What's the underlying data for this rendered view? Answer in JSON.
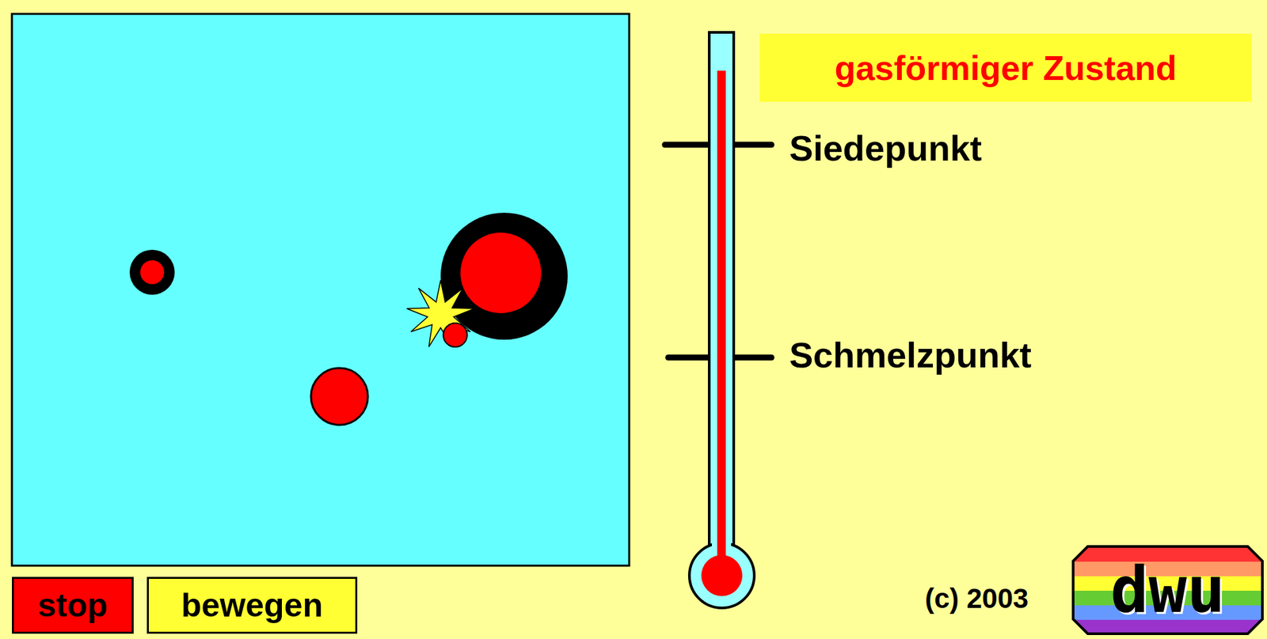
{
  "diagram": {
    "nodes": [
      {
        "text": [
          "gasförmiger Zustand"
        ]
      },
      {
        "text": [
          "stop"
        ]
      },
      {
        "text": [
          "bewegen"
        ]
      },
      {
        "text": [
          "dwu"
        ]
      }
    ],
    "labels": [
      "Siedepunkt",
      "Schmelzpunkt",
      "(c) 2003"
    ]
  }
}
